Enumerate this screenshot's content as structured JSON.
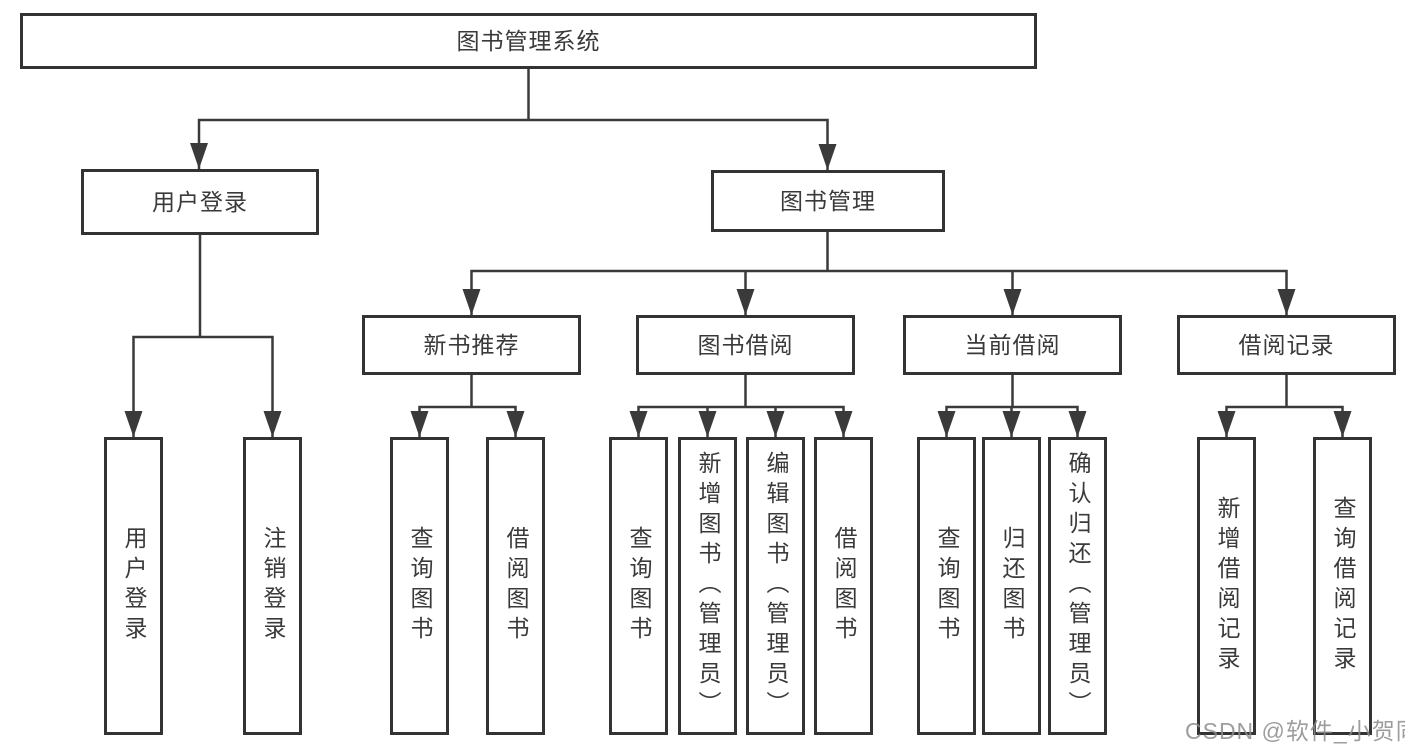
{
  "title": "图书管理系统",
  "watermark": "CSDN @软件_小贺同学",
  "colors": {
    "line": "#3a3a3a",
    "border": "#333333",
    "text": "#3a3a3a",
    "watermark": "#8c8c8c",
    "background": "#ffffff"
  },
  "nodes": {
    "root": {
      "label": "图书管理系统"
    },
    "user_login": {
      "label": "用户登录"
    },
    "book_mgmt": {
      "label": "图书管理"
    },
    "new_book_rec": {
      "label": "新书推荐"
    },
    "book_borrow": {
      "label": "图书借阅"
    },
    "current_borrow": {
      "label": "当前借阅"
    },
    "borrow_records": {
      "label": "借阅记录"
    },
    "leaf_user_login": {
      "label": "用户登录"
    },
    "leaf_logout": {
      "label": "注销登录"
    },
    "leaf_nbr_query": {
      "label": "查询图书"
    },
    "leaf_nbr_borrow": {
      "label": "借阅图书"
    },
    "leaf_bb_query": {
      "label": "查询图书"
    },
    "leaf_bb_add": {
      "label": "新增图书（管理员）"
    },
    "leaf_bb_edit": {
      "label": "编辑图书（管理员）"
    },
    "leaf_bb_borrow": {
      "label": "借阅图书"
    },
    "leaf_cb_query": {
      "label": "查询图书"
    },
    "leaf_cb_return": {
      "label": "归还图书"
    },
    "leaf_cb_confirm": {
      "label": "确认归还（管理员）"
    },
    "leaf_br_add": {
      "label": "新增借阅记录"
    },
    "leaf_br_query": {
      "label": "查询借阅记录"
    }
  },
  "hierarchy": {
    "图书管理系统": {
      "用户登录": [
        "用户登录",
        "注销登录"
      ],
      "图书管理": {
        "新书推荐": [
          "查询图书",
          "借阅图书"
        ],
        "图书借阅": [
          "查询图书",
          "新增图书（管理员）",
          "编辑图书（管理员）",
          "借阅图书"
        ],
        "当前借阅": [
          "查询图书",
          "归还图书",
          "确认归还（管理员）"
        ],
        "借阅记录": [
          "新增借阅记录",
          "查询借阅记录"
        ]
      }
    }
  }
}
